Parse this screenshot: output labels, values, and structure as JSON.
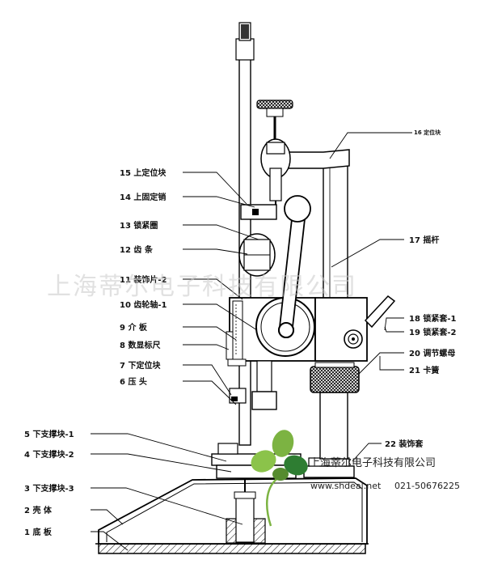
{
  "watermark": {
    "text": "上海蒂尔电子科技有限公司",
    "company": "上海蒂尔电子科技有限公司",
    "url": "www.shdeal.net",
    "phone": "021-50676225"
  },
  "labels": {
    "l1": "1 底 板",
    "l2": "2 壳 体",
    "l3": "3 下支撑块-3",
    "l4": "4 下支撑块-2",
    "l5": "5 下支撑块-1",
    "l6": "6 压 头",
    "l7": "7 下定位块",
    "l8": "8 数显标尺",
    "l9": "9 介 板",
    "l10": "10 齿轮轴-1",
    "l11": "11 装饰片-2",
    "l12": "12 齿 条",
    "l13": "13 锁紧圈",
    "l14": "14 上固定销",
    "l15": "15 上定位块",
    "l16": "16 定位块",
    "l17": "17 摇杆",
    "l18": "18 锁紧套-1",
    "l19": "19 锁紧套-2",
    "l20": "20 调节螺母",
    "l21": "21 卡簧",
    "l22": "22 装饰套"
  },
  "icons": {
    "logo": "clover-logo-icon"
  }
}
